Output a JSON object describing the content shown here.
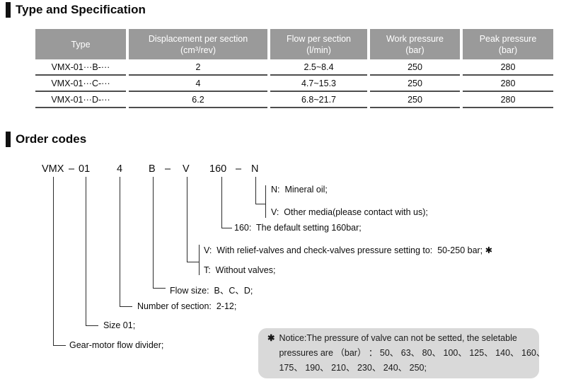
{
  "sections": {
    "spec": {
      "title": "Type and Specification"
    },
    "order": {
      "title": "Order codes"
    }
  },
  "spec_table": {
    "headers": [
      {
        "l1": "Type",
        "l2": ""
      },
      {
        "l1": "Displacement per section",
        "l2": "(cm³/rev)"
      },
      {
        "l1": "Flow per section",
        "l2": "(l/min)"
      },
      {
        "l1": "Work pressure",
        "l2": "(bar)"
      },
      {
        "l1": "Peak pressure",
        "l2": "(bar)"
      }
    ],
    "rows": [
      {
        "cells": [
          "VMX-01···B-···",
          "2",
          "2.5~8.4",
          "250",
          "280"
        ]
      },
      {
        "cells": [
          "VMX-01···C-···",
          "4",
          "4.7~15.3",
          "250",
          "280"
        ]
      },
      {
        "cells": [
          "VMX-01···D-···",
          "6.2",
          "6.8~21.7",
          "250",
          "280"
        ]
      }
    ]
  },
  "order_code": {
    "tokens": {
      "family": "VMX",
      "dash1": "–",
      "size": "01",
      "sections": "4",
      "flow": "B",
      "dash2": "–",
      "valves": "V",
      "pressure": "160",
      "dash3": "–",
      "medium": "N"
    },
    "labels": {
      "medium_n": "N:  Mineral oil;",
      "medium_v": "V:  Other media(please contact with us);",
      "pressure": "160:  The default setting 160bar;",
      "valves_v": "V:  With relief-valves and check-valves pressure setting to:  50-250 bar; ✱",
      "valves_t": "T:  Without valves;",
      "flow": "Flow size:  B、C、D;",
      "sections": "Number of section:  2-12;",
      "size": "Size 01;",
      "family": "Gear-motor flow divider;"
    }
  },
  "notice": {
    "star": "✱",
    "line1": "Notice:The pressure of valve can not be setted, the seletable",
    "line2": "pressures are （bar） ： 50、 63、 80、 100、 125、 140、 160、",
    "line3": "175、 190、 210、 230、 240、 250;"
  },
  "colors": {
    "table_header_bg": "#9a9a9a",
    "row_line": "#4d4d4d",
    "notice_bg": "#d9d9d9",
    "heading_bar": "#111111"
  }
}
